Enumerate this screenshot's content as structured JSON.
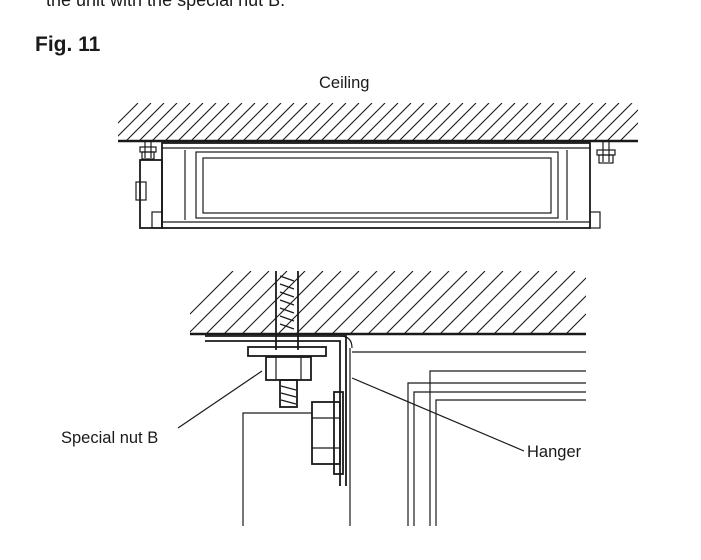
{
  "cutoff_text": "the unit with the special nut B.",
  "figure_label": "Fig. 11",
  "labels": {
    "ceiling": "Ceiling",
    "special_nut": "Special nut B",
    "hanger": "Hanger"
  }
}
